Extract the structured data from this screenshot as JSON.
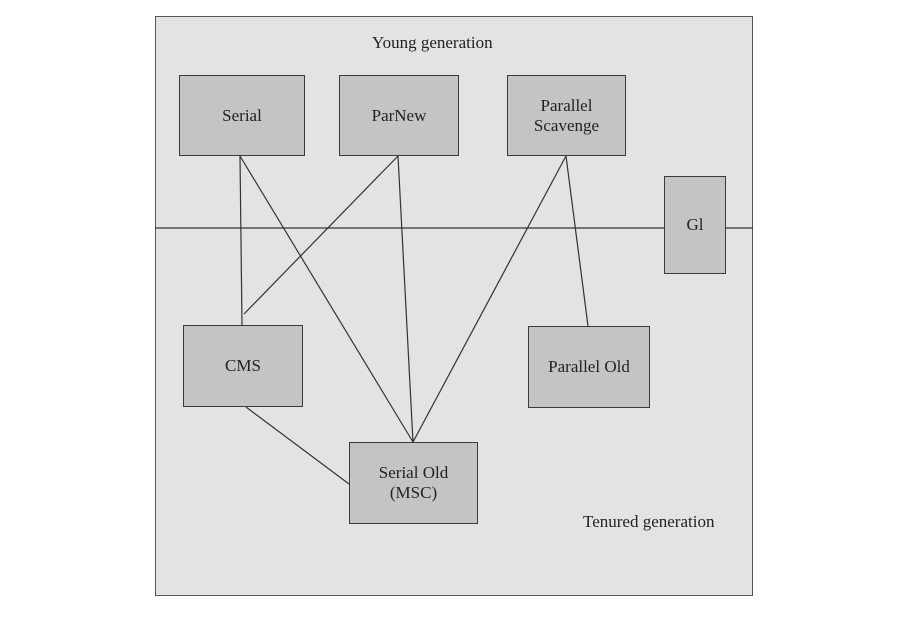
{
  "regions": {
    "young": "Young generation",
    "tenured": "Tenured generation"
  },
  "nodes": {
    "serial": "Serial",
    "parnew": "ParNew",
    "parallel_scavenge": "Parallel\nScavenge",
    "g1": "Gl",
    "cms": "CMS",
    "parallel_old": "Parallel Old",
    "serial_old": "Serial Old\n(MSC)"
  },
  "connections": [
    {
      "from": "serial",
      "to": "cms"
    },
    {
      "from": "serial",
      "to": "serial_old"
    },
    {
      "from": "parnew",
      "to": "cms"
    },
    {
      "from": "parnew",
      "to": "serial_old"
    },
    {
      "from": "parallel_scavenge",
      "to": "serial_old"
    },
    {
      "from": "parallel_scavenge",
      "to": "parallel_old"
    },
    {
      "from": "cms",
      "to": "serial_old"
    }
  ]
}
